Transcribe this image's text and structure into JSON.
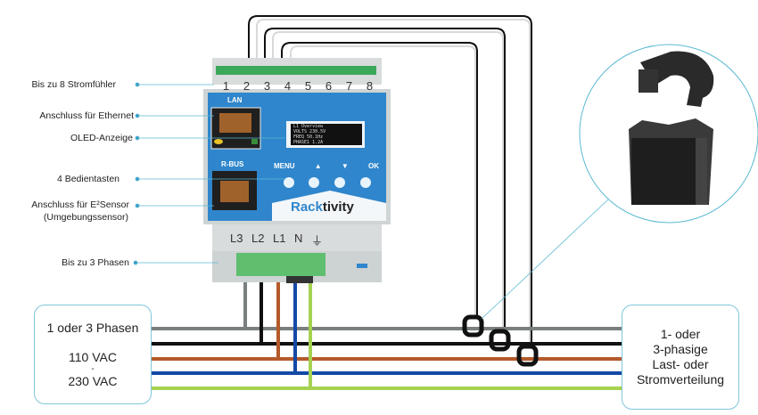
{
  "callouts": [
    {
      "id": "stromfuehler",
      "text": "Bis zu 8 Stromfühler"
    },
    {
      "id": "ethernet",
      "text": "Anschluss für Ethernet"
    },
    {
      "id": "oled",
      "text": "OLED-Anzeige"
    },
    {
      "id": "tasten",
      "text": "4 Bedientasten"
    },
    {
      "id": "sensor1",
      "text": "Anschluss für E²Sensor"
    },
    {
      "id": "sensor2",
      "text": "(Umgebungssensor)"
    },
    {
      "id": "phasen",
      "text": "Bis zu 3 Phasen"
    }
  ],
  "device": {
    "brand_left": "Rack",
    "brand_right": "tivity",
    "port_lan": "LAN",
    "port_rbus": "R-BUS",
    "buttons": [
      "MENU",
      "▲",
      "▼",
      "OK"
    ],
    "sensor_channels": [
      "1",
      "2",
      "3",
      "4",
      "5",
      "6",
      "7",
      "8"
    ],
    "phase_terminals": [
      "L3",
      "L2",
      "L1",
      "N",
      "⏚"
    ],
    "oled_lines": [
      "L1 Overview",
      "VOLTS 230.5V",
      "FREQ 50.1Hz",
      "PHASE1 1.2A"
    ]
  },
  "source_box": {
    "line1": "1 oder 3 Phasen",
    "line2": "110 VAC",
    "line3": "-",
    "line4": "230 VAC"
  },
  "load_box": {
    "line1": "1- oder",
    "line2": "3-phasige",
    "line3": "Last- oder",
    "line4": "Stromverteilung"
  },
  "wire_colors": {
    "L3": "#7a7f7f",
    "L2": "#111111",
    "L1": "#b45a2a",
    "N": "#1449a6",
    "PE": "#a6d251"
  },
  "accent": "#3a8fd4"
}
